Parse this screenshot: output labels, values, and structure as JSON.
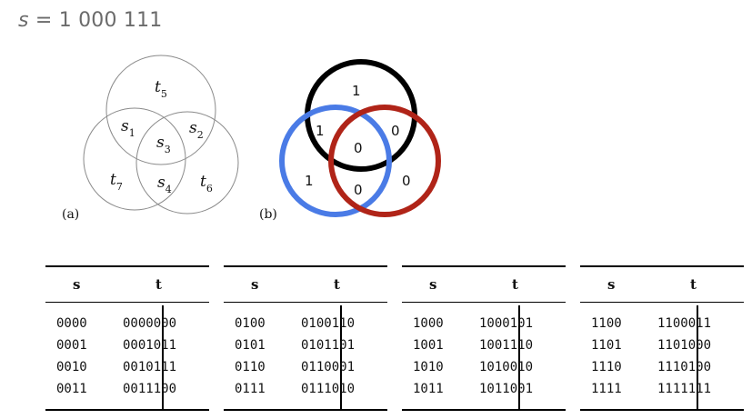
{
  "formula": {
    "var": "s",
    "eq": " = ",
    "value": "1 000 111"
  },
  "venn_a": {
    "panel_label": "(a)",
    "regions": [
      {
        "letter": "t",
        "sub": "5"
      },
      {
        "letter": "s",
        "sub": "1"
      },
      {
        "letter": "s",
        "sub": "2"
      },
      {
        "letter": "s",
        "sub": "3"
      },
      {
        "letter": "t",
        "sub": "7"
      },
      {
        "letter": "s",
        "sub": "4"
      },
      {
        "letter": "t",
        "sub": "6"
      }
    ]
  },
  "venn_b": {
    "panel_label": "(b)",
    "colors": {
      "top": "#000000",
      "left": "#4a7be6",
      "right": "#b02418"
    },
    "bits": [
      "1",
      "1",
      "0",
      "0",
      "1",
      "0",
      "0"
    ]
  },
  "tables": [
    {
      "headers": [
        "s",
        "t"
      ],
      "rows": [
        {
          "s": "0000",
          "t": "0000000"
        },
        {
          "s": "0001",
          "t": "0001011"
        },
        {
          "s": "0010",
          "t": "0010111"
        },
        {
          "s": "0011",
          "t": "0011100"
        }
      ]
    },
    {
      "headers": [
        "s",
        "t"
      ],
      "rows": [
        {
          "s": "0100",
          "t": "0100110"
        },
        {
          "s": "0101",
          "t": "0101101"
        },
        {
          "s": "0110",
          "t": "0110001"
        },
        {
          "s": "0111",
          "t": "0111010"
        }
      ]
    },
    {
      "headers": [
        "s",
        "t"
      ],
      "rows": [
        {
          "s": "1000",
          "t": "1000101"
        },
        {
          "s": "1001",
          "t": "1001110"
        },
        {
          "s": "1010",
          "t": "1010010"
        },
        {
          "s": "1011",
          "t": "1011001"
        }
      ]
    },
    {
      "headers": [
        "s",
        "t"
      ],
      "rows": [
        {
          "s": "1100",
          "t": "1100011"
        },
        {
          "s": "1101",
          "t": "1101000"
        },
        {
          "s": "1110",
          "t": "1110100"
        },
        {
          "s": "1111",
          "t": "1111111"
        }
      ]
    }
  ]
}
